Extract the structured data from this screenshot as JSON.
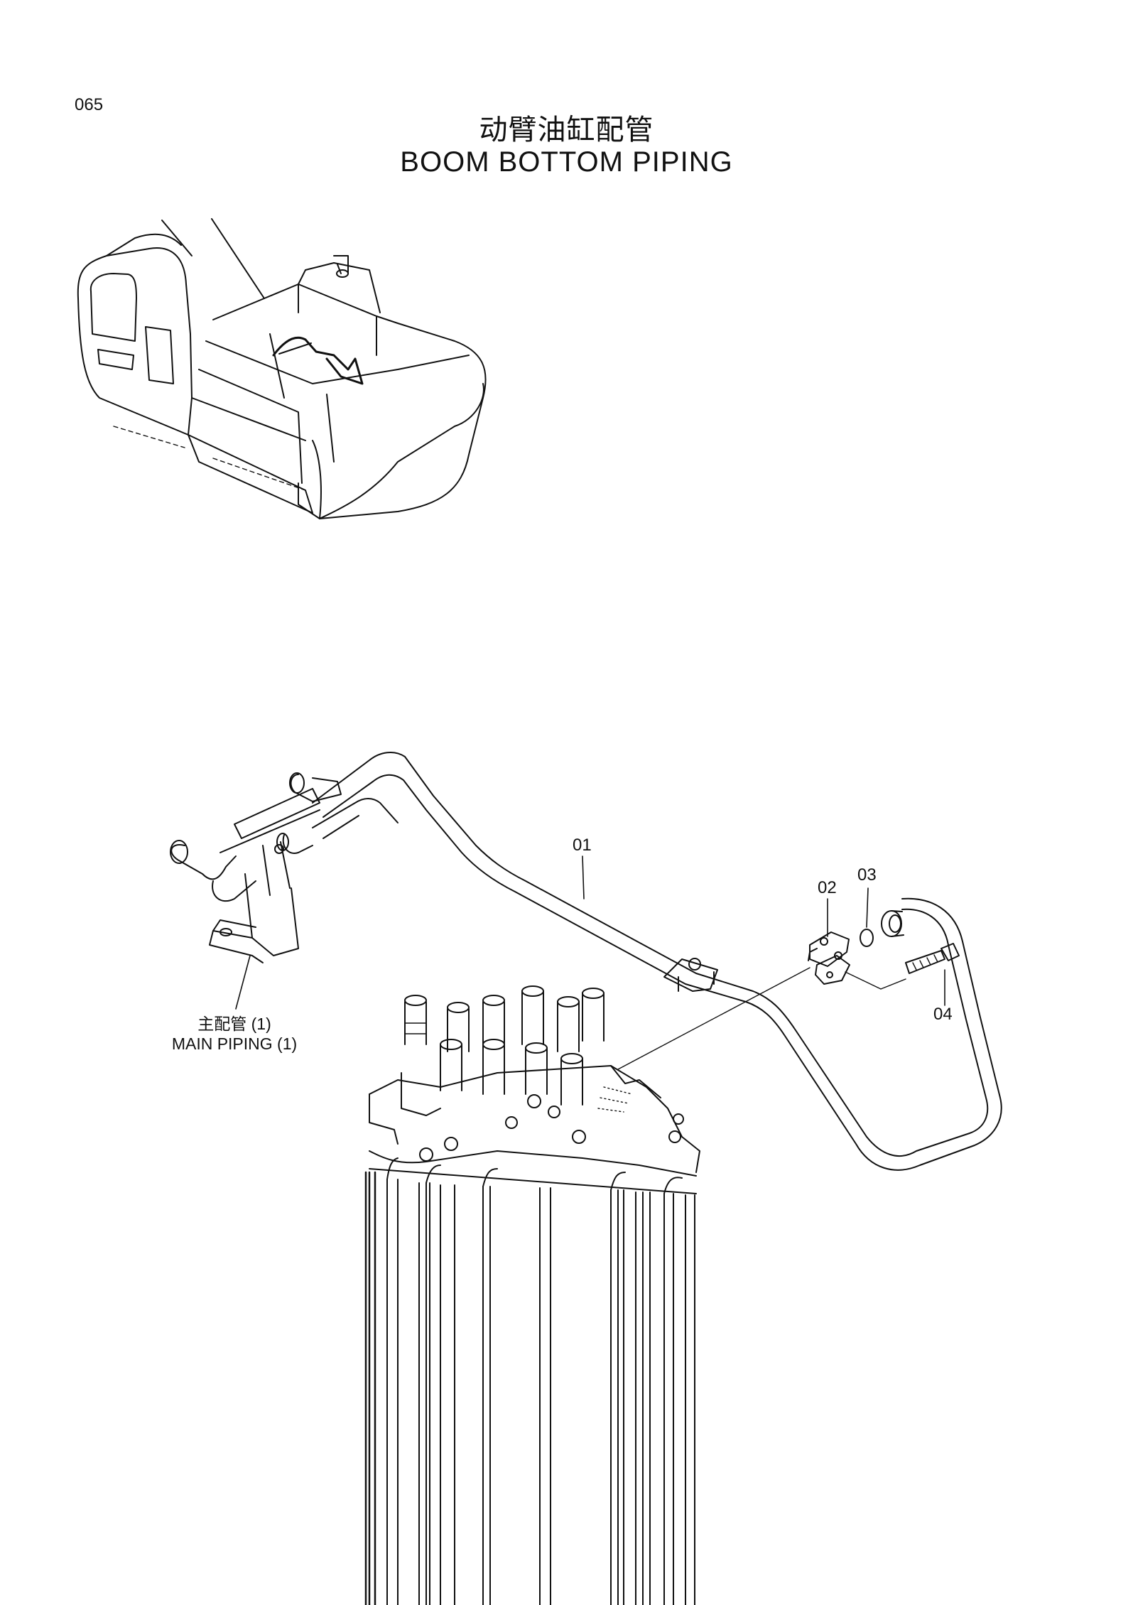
{
  "page_number": "065",
  "title": {
    "chinese": "动臂油缸配管",
    "english": "BOOM  BOTTOM  PIPING"
  },
  "callouts": [
    "01",
    "02",
    "03",
    "04"
  ],
  "main_piping_ref": {
    "chinese": "主配管 (1)",
    "english": "MAIN  PIPING (1)"
  }
}
